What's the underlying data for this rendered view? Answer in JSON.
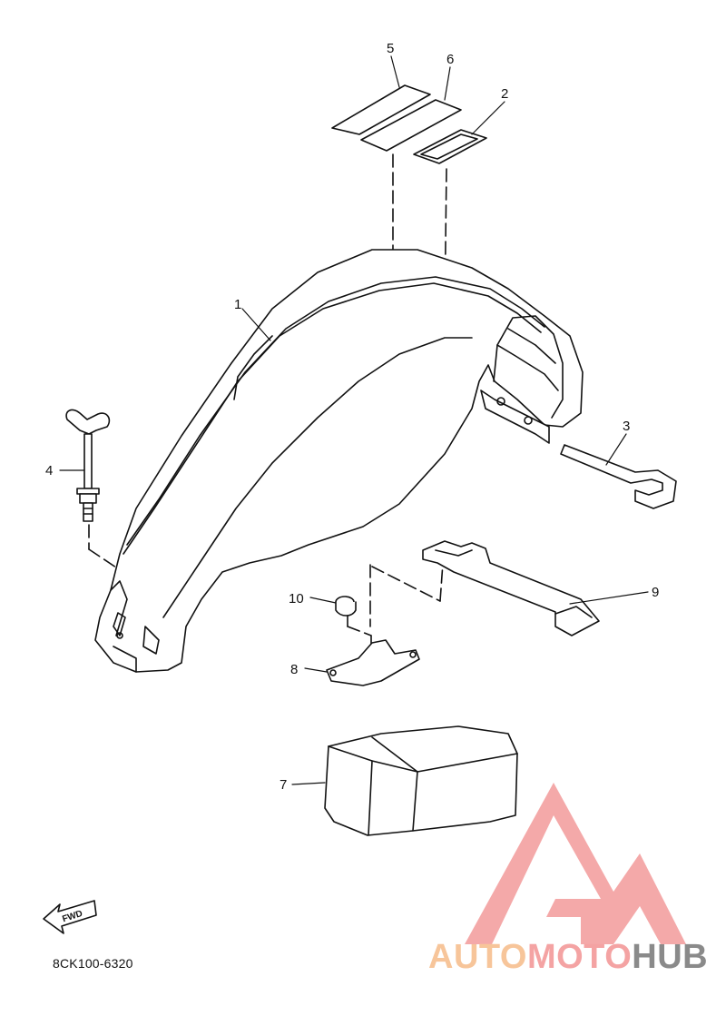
{
  "diagram": {
    "callouts": {
      "c1": "1",
      "c2": "2",
      "c3": "3",
      "c4": "4",
      "c5": "5",
      "c6": "6",
      "c7": "7",
      "c8": "8",
      "c9": "9",
      "c10": "10"
    },
    "fwd_label": "FWD",
    "drawing_code": "8CK100-6320"
  },
  "watermark": {
    "part1": "AUTO",
    "part2": "MOTO",
    "part3": "HUB",
    "colors": {
      "auto": "#f7c59a",
      "moto": "#f4a3a3",
      "hub": "#8a8a8a",
      "logo": "#f29a9a"
    }
  }
}
